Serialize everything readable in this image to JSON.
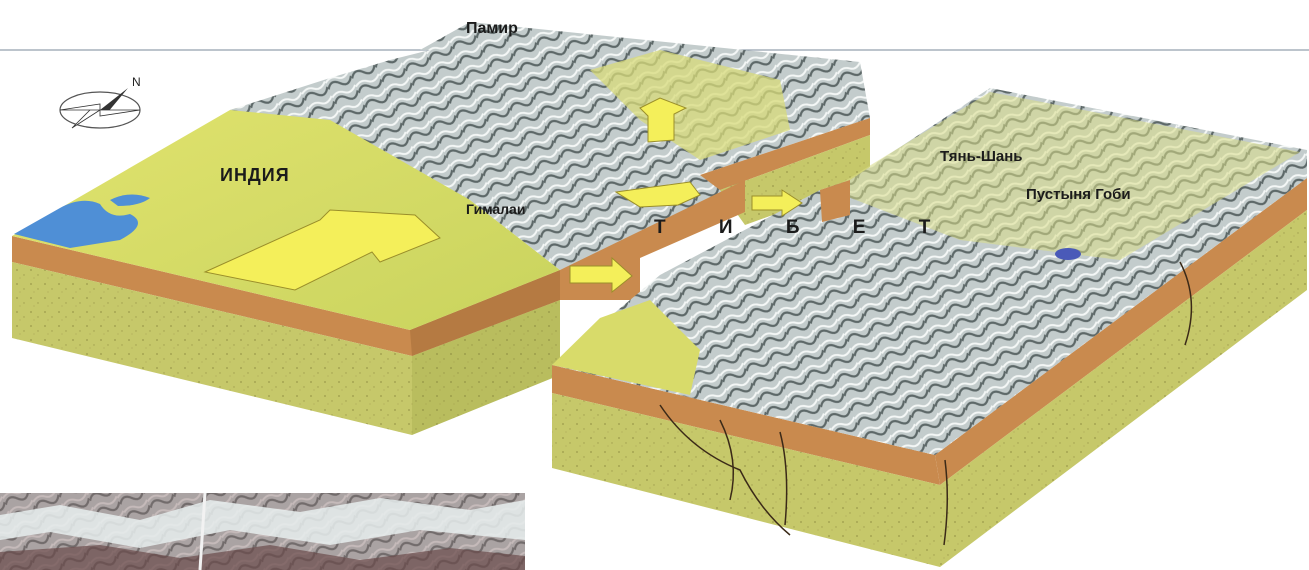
{
  "labels": {
    "pamir": "Памир",
    "india": "ИНДИЯ",
    "himalaya": "Гималаи",
    "tibet": "Т И Б Е Т",
    "tian_shan": "Тянь-Шань",
    "gobi": "Пустыня Гоби"
  },
  "compass": {
    "north_letter": "N"
  },
  "colors": {
    "plain": "#dcdf6a",
    "crust_top": "#c98a4e",
    "crust_bottom": "#c6c86a",
    "mountain": "#b9c4c4",
    "arrow": "#f4ef5a",
    "water": "#4f8fd6",
    "line": "#7a8a9a"
  }
}
